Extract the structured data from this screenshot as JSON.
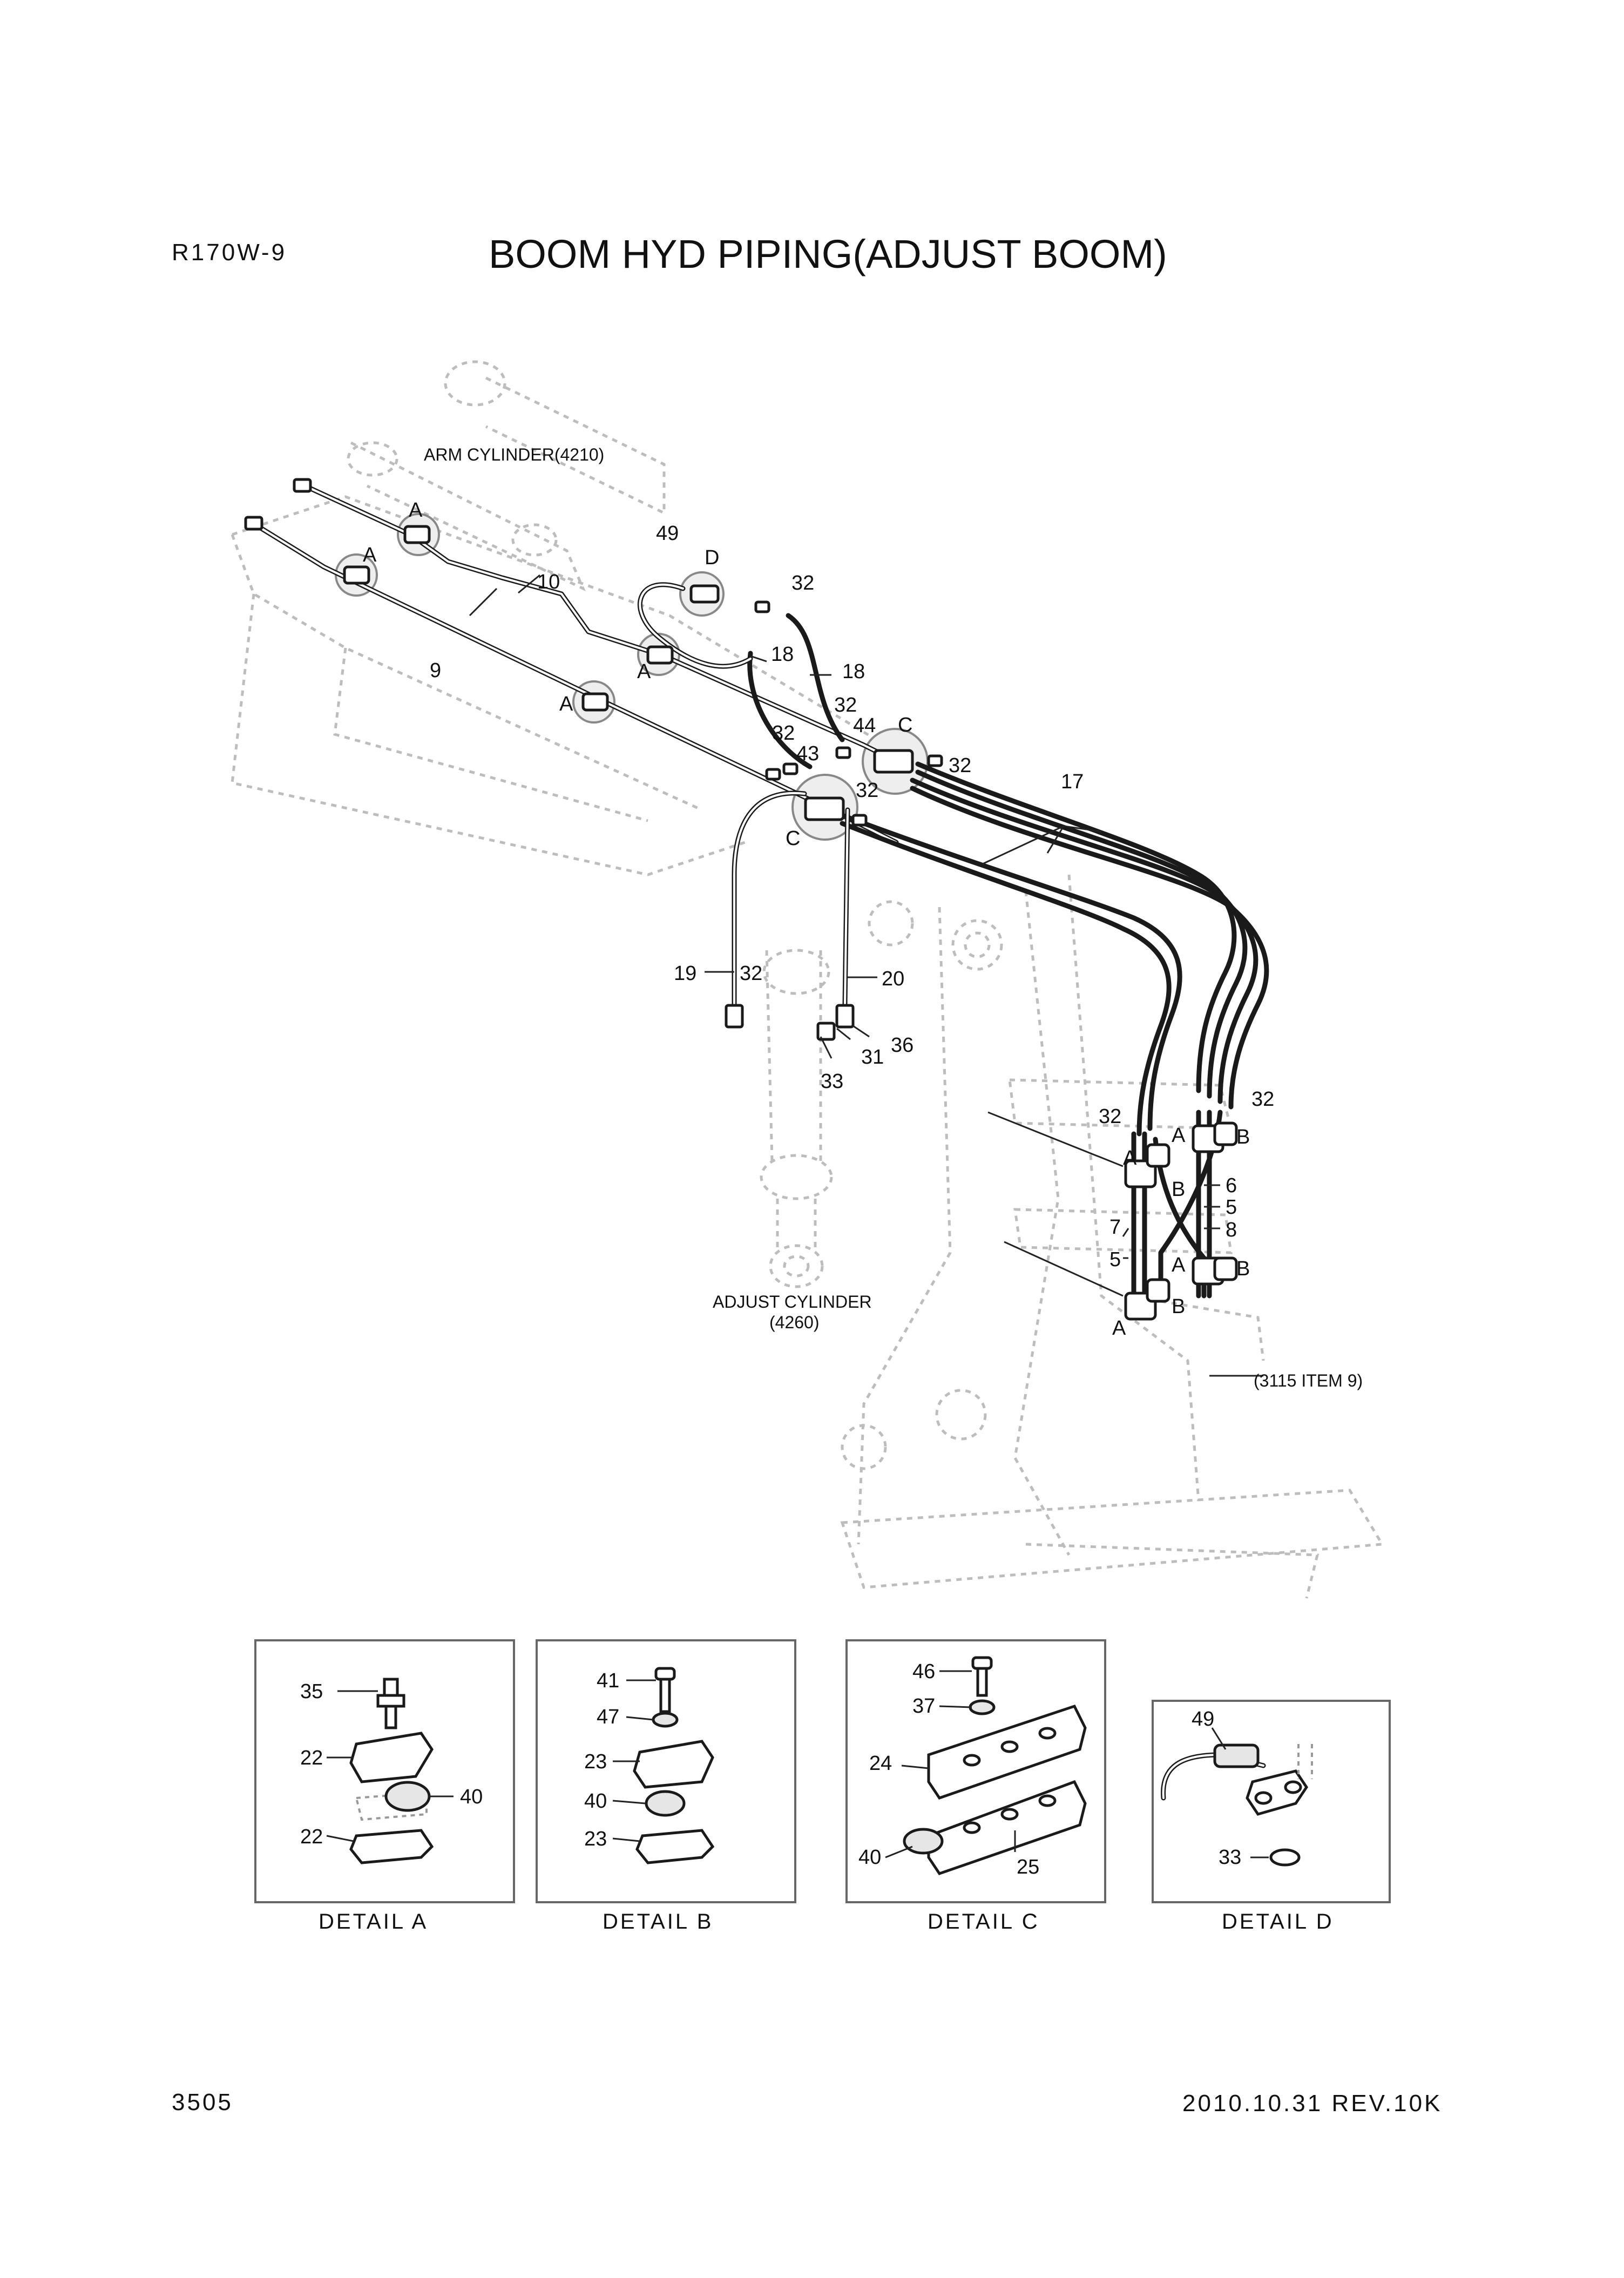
{
  "header": {
    "model": "R170W-9",
    "title": "BOOM HYD PIPING(ADJUST BOOM)"
  },
  "footer": {
    "page_number": "3505",
    "revision": "2010.10.31 REV.10K"
  },
  "main_view": {
    "arm_cylinder_label": "ARM CYLINDER(4210)",
    "adjust_cylinder_label_1": "ADJUST CYLINDER",
    "adjust_cylinder_label_2": "(4260)",
    "reference_label": "(3115 ITEM 9)",
    "detail_letters": {
      "a": "A",
      "b": "B",
      "c": "C",
      "d": "D"
    },
    "callouts": {
      "p5": "5",
      "p6": "6",
      "p7": "7",
      "p8": "8",
      "p9": "9",
      "p10": "10",
      "p17": "17",
      "p18": "18",
      "p19": "19",
      "p20": "20",
      "p31": "31",
      "p32": "32",
      "p33": "33",
      "p36": "36",
      "p43": "43",
      "p44": "44",
      "p49": "49"
    }
  },
  "details": {
    "a": {
      "caption": "DETAIL A",
      "c1": "35",
      "c2": "22",
      "c3": "40",
      "c4": "22"
    },
    "b": {
      "caption": "DETAIL B",
      "c1": "41",
      "c2": "47",
      "c3": "23",
      "c4": "40",
      "c5": "23"
    },
    "c": {
      "caption": "DETAIL C",
      "c1": "46",
      "c2": "37",
      "c3": "24",
      "c4": "40",
      "c5": "25"
    },
    "d": {
      "caption": "DETAIL D",
      "c1": "49",
      "c2": "33"
    }
  }
}
